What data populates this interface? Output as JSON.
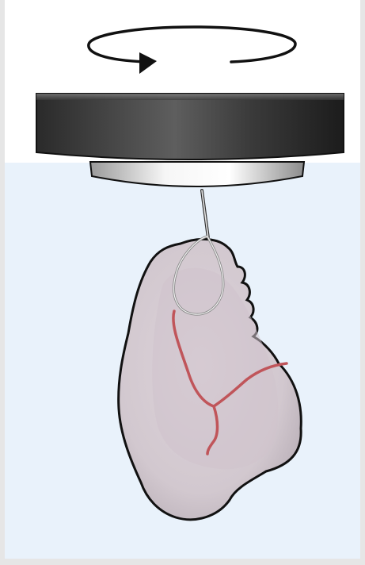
{
  "figure": {
    "icons": [
      "rotation-arrow-icon",
      "rotating-platform",
      "holder-tip",
      "needle",
      "suture-loop",
      "tissue-specimen",
      "blood-vessel"
    ],
    "colors": {
      "background": "#ffffff",
      "frame": "#e6e6e6",
      "liquid": "#e9f2fb",
      "platform_dark": "#2a2a2a",
      "platform_light": "#6a6a6a",
      "holder_tip": "#dcdcdc",
      "tissue_fill": "#d8d0d6",
      "tissue_inner": "#cbbfc8",
      "vessel": "#c0555a",
      "outline": "#111111"
    }
  }
}
